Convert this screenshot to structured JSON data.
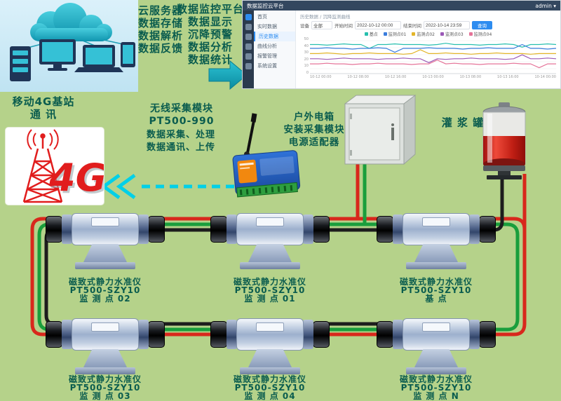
{
  "texts": {
    "cloud_block": [
      "云服务器",
      "数据存储",
      "数据解析",
      "数据反馈"
    ],
    "platform_block": [
      "数据监控平台",
      "数据显示",
      "沉降预警",
      "数据分析",
      "数据统计"
    ],
    "g4_label_1": "移动4G基站",
    "g4_label_2": "通  讯",
    "g4_big": "4G",
    "module_title": "无线采集模块",
    "module_model": "PT500-990",
    "module_desc_1": "数据采集、处理",
    "module_desc_2": "数据通讯、上传",
    "box_line_1": "户外电箱",
    "box_line_2": "安装采集模块",
    "box_line_3": "电源适配器",
    "tank_label": "灌 浆 罐"
  },
  "sensors": [
    {
      "l1": "磁致式静力水准仪",
      "l2": "PT500-SZY10",
      "l3": "监 测 点 02"
    },
    {
      "l1": "磁致式静力水准仪",
      "l2": "PT500-SZY10",
      "l3": "监 测 点 01"
    },
    {
      "l1": "磁致式静力水准仪",
      "l2": "PT500-SZY10",
      "l3": "基  点"
    },
    {
      "l1": "磁致式静力水准仪",
      "l2": "PT500-SZY10",
      "l3": "监 测 点 03"
    },
    {
      "l1": "磁致式静力水准仪",
      "l2": "PT500-SZY10",
      "l3": "监 测 点 04"
    },
    {
      "l1": "磁致式静力水准仪",
      "l2": "PT500-SZY10",
      "l3": "监 测 点 N"
    }
  ],
  "dashboard": {
    "topbar": {
      "title": "数据监控云平台",
      "right": "admin ▾"
    },
    "menu_items": [
      "首页",
      "实时数据",
      "历史数据",
      "曲线分析",
      "报警管理",
      "系统设置"
    ],
    "breadcrumb": "历史数据 / 沉降监测曲线",
    "filters": {
      "device_label": "设备",
      "device_value": "全部",
      "start_label": "开始时间",
      "start_value": "2022-10-12 00:00",
      "end_label": "结束时间",
      "end_value": "2022-10-14 23:59",
      "search_label": "查询"
    },
    "chart_data": {
      "type": "line",
      "title": "",
      "xlabel": "",
      "ylabel": "",
      "ylim": [
        0,
        50
      ],
      "grid": true,
      "legend_position": "top",
      "x_labels": [
        "10-12 00:00",
        "10-12 08:00",
        "10-12 16:00",
        "10-13 00:00",
        "10-13 08:00",
        "10-13 16:00",
        "10-14 00:00"
      ],
      "y_ticks": [
        "50",
        "40",
        "30",
        "20",
        "10",
        "0"
      ],
      "series": [
        {
          "name": "基点",
          "color": "#27bfae",
          "values": [
            44,
            44,
            43,
            44,
            45,
            44,
            44,
            38,
            44,
            44,
            45,
            44,
            44,
            44,
            43,
            44,
            46,
            44,
            44,
            44,
            43,
            44,
            44,
            45,
            44,
            40,
            44,
            44,
            45,
            44
          ]
        },
        {
          "name": "监测点01",
          "color": "#3b7ddd",
          "values": [
            38,
            38,
            39,
            38,
            38,
            37,
            38,
            38,
            39,
            38,
            32,
            38,
            38,
            38,
            39,
            38,
            38,
            38,
            37,
            38,
            38,
            39,
            38,
            38,
            38,
            44,
            38,
            38,
            37,
            38
          ]
        },
        {
          "name": "监测点02",
          "color": "#e3b52a",
          "values": [
            30,
            30,
            31,
            30,
            29,
            30,
            30,
            31,
            30,
            30,
            30,
            29,
            30,
            36,
            30,
            30,
            31,
            30,
            30,
            29,
            30,
            30,
            31,
            30,
            30,
            30,
            29,
            30,
            30,
            30
          ]
        },
        {
          "name": "监测点03",
          "color": "#9b59b6",
          "values": [
            22,
            22,
            21,
            22,
            23,
            22,
            22,
            22,
            21,
            22,
            22,
            23,
            22,
            22,
            16,
            22,
            21,
            22,
            22,
            23,
            22,
            22,
            22,
            21,
            22,
            28,
            22,
            22,
            23,
            22
          ]
        },
        {
          "name": "监测点04",
          "color": "#e57398",
          "values": [
            14,
            14,
            15,
            14,
            14,
            13,
            14,
            14,
            15,
            14,
            14,
            14,
            13,
            14,
            14,
            20,
            14,
            15,
            14,
            14,
            13,
            14,
            14,
            14,
            15,
            14,
            14,
            8,
            14,
            14
          ]
        }
      ]
    }
  },
  "colors": {
    "background_green": "#b5d28a",
    "panel_blue": "#c9e7f4",
    "diagram_text": "#0a5c4e",
    "cable_red": "#d8281c",
    "cable_green": "#1a9e3c",
    "cable_black": "#1d1d1d",
    "arrow_teal": "#12a7bc",
    "dashed_arrow_cyan": "#00d0e8",
    "brand_red": "#e11d1d",
    "button_blue": "#2d8cf0"
  }
}
